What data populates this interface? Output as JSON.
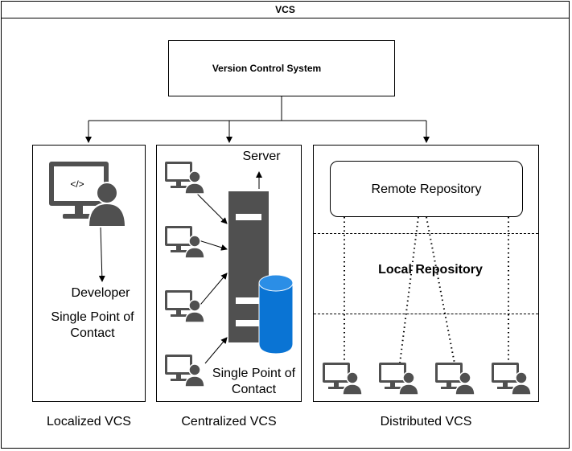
{
  "title": "VCS",
  "root": {
    "label": "Version Control System"
  },
  "localized": {
    "developer_label": "Developer",
    "contact_label": "Single Point of Contact",
    "caption": "Localized VCS",
    "screen_glyph": "</>"
  },
  "centralized": {
    "server_label": "Server",
    "contact_label": "Single Point of Contact",
    "caption": "Centralized VCS"
  },
  "distributed": {
    "remote_label": "Remote Repository",
    "local_label": "Local Repository",
    "caption": "Distributed VCS"
  },
  "colors": {
    "icon_dark": "#505050",
    "database_blue": "#0a74d4",
    "database_light": "#2b8ee6"
  },
  "icons": {
    "workstation": "desktop-user-icon",
    "server": "server-tower-icon",
    "database": "database-cylinder-icon"
  }
}
